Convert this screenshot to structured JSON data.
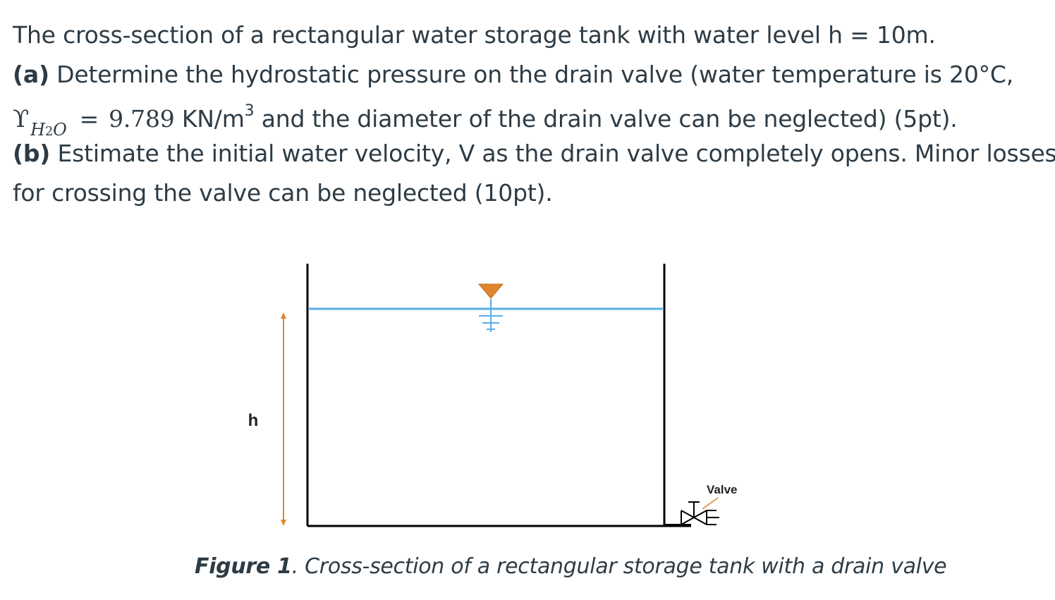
{
  "problem": {
    "line1": "The cross-section of a rectangular water storage tank with water level h = 10m.",
    "part_a_label": "(a)",
    "part_a_text": " Determine the hydrostatic pressure on the drain valve (water temperature is 20°C,",
    "gamma_symbol": "ϒ",
    "gamma_sub_H": "H",
    "gamma_sub_2": "2",
    "gamma_sub_O": "O",
    "gamma_eq": "=",
    "gamma_value": "9.789",
    "gamma_unit": " KN/m",
    "gamma_unit_exp": "3",
    "part_a_text2": " and the diameter of the drain valve can be neglected) (5pt).",
    "part_b_label": "(b)",
    "part_b_text": " Estimate the initial water velocity, V as the drain valve completely opens. Minor losses",
    "part_b_text2": "for crossing the valve can be neglected (10pt)."
  },
  "figure": {
    "h_label": "h",
    "valve_label": "Valve",
    "caption_bold": "Figure 1",
    "caption_text": ". Cross-section of a rectangular storage tank with a drain valve"
  },
  "colors": {
    "text": "#2d3b45",
    "water_line": "#5aaee6",
    "marker_fill": "#e0862e",
    "arrow": "#e0862e",
    "tank": "#000000"
  }
}
